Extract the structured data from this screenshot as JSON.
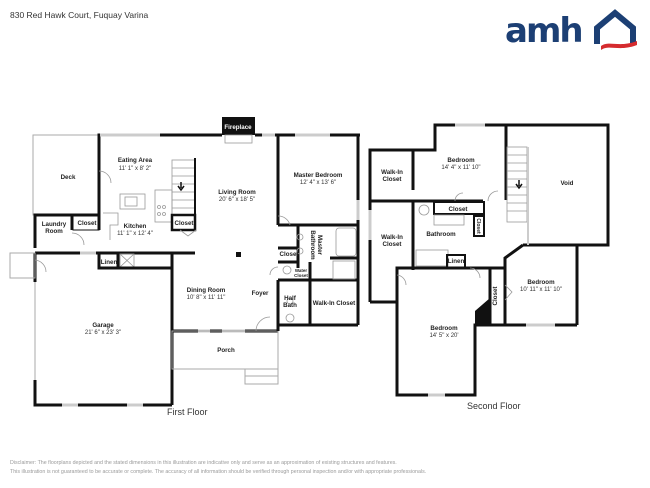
{
  "header": {
    "address": "830 Red Hawk Court, Fuquay Varina"
  },
  "logo": {
    "text": "amh",
    "icon": "house-roof-icon",
    "colors": {
      "primary": "#1c3f74",
      "accent": "#d52b2e"
    }
  },
  "first_floor": {
    "title": "First Floor",
    "rooms": {
      "fireplace": {
        "name": "Fireplace"
      },
      "deck": {
        "name": "Deck"
      },
      "eating_area": {
        "name": "Eating Area",
        "dims": "11' 1\" x 8' 2\""
      },
      "living_room": {
        "name": "Living Room",
        "dims": "20' 6\" x 18' 5\""
      },
      "master_bedroom": {
        "name": "Master Bedroom",
        "dims": "12' 4\" x 13' 6\""
      },
      "laundry_room": {
        "name_line1": "Laundry",
        "name_line2": "Room"
      },
      "closet_laundry": {
        "name": "Closet"
      },
      "kitchen": {
        "name": "Kitchen",
        "dims": "11' 1\" x 12' 4\""
      },
      "closet_stairs": {
        "name": "Closet"
      },
      "closet_master": {
        "name": "Closet"
      },
      "master_bathroom": {
        "name_line1": "Master",
        "name_line2": "Bathroom"
      },
      "water_closet": {
        "name_line1": "Water",
        "name_line2": "Closet"
      },
      "linen": {
        "name": "Linen"
      },
      "dining_room": {
        "name": "Dining Room",
        "dims": "10' 8\" x 11' 11\""
      },
      "foyer": {
        "name": "Foyer"
      },
      "half_bath": {
        "name_line1": "Half",
        "name_line2": "Bath"
      },
      "walk_in_closet": {
        "name": "Walk-In Closet"
      },
      "garage": {
        "name": "Garage",
        "dims": "21' 6\" x 23' 3\""
      },
      "porch": {
        "name": "Porch"
      }
    }
  },
  "second_floor": {
    "title": "Second Floor",
    "rooms": {
      "walk_in_closet_1": {
        "name_line1": "Walk-In",
        "name_line2": "Closet"
      },
      "bedroom_1": {
        "name": "Bedroom",
        "dims": "14' 4\" x 11' 10\""
      },
      "void": {
        "name": "Void"
      },
      "closet_1": {
        "name": "Closet"
      },
      "closet_2": {
        "name": "Closet"
      },
      "walk_in_closet_2": {
        "name_line1": "Walk-In",
        "name_line2": "Closet"
      },
      "bathroom": {
        "name": "Bathroom"
      },
      "linen": {
        "name": "Linen"
      },
      "closet_3": {
        "name": "Closet"
      },
      "bedroom_2": {
        "name": "Bedroom",
        "dims": "10' 11\" x 11' 10\""
      },
      "bedroom_3": {
        "name": "Bedroom",
        "dims": "14' 5\" x 20'"
      }
    }
  },
  "disclaimer": {
    "line1": "Disclaimer: The floorplans depicted and the stated dimensions in this illustration are indicative only and serve as an approximation of existing structures and features.",
    "line2": "This illustration is not guaranteed to be accurate or complete. The accuracy of all information should be verified through personal inspection and/or with appropriate professionals."
  }
}
